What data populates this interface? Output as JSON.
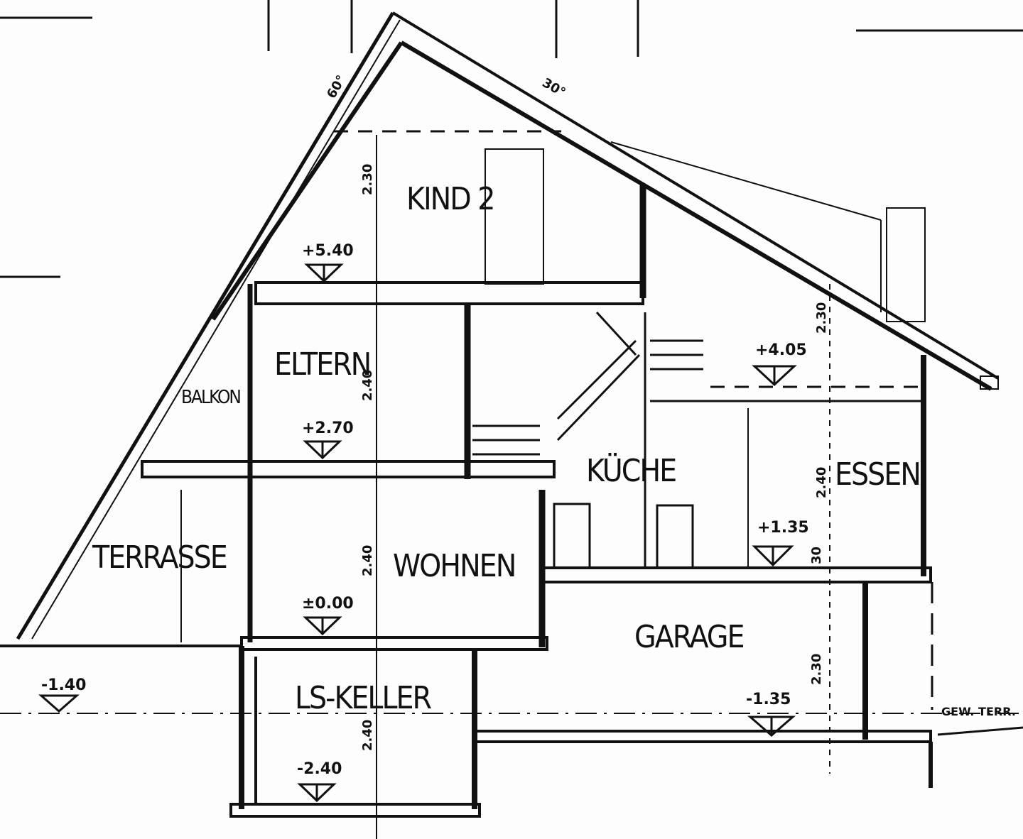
{
  "drawing": {
    "rooms": {
      "kind2": "KIND 2",
      "eltern": "ELTERN",
      "balkon": "BALKON",
      "terrasse": "TERRASSE",
      "wohnen": "WOHNEN",
      "kueche": "KÜCHE",
      "essen": "ESSEN",
      "garage": "GARAGE",
      "keller": "LS-KELLER"
    },
    "levels": {
      "kind2_floor": "+5.40",
      "eltern_floor": "+2.70",
      "wohnen_floor": "±0.00",
      "terrasse_floor": "-1.40",
      "keller_floor": "-2.40",
      "upper_right": "+4.05",
      "essen_floor": "+1.35",
      "garage_floor": "-1.35"
    },
    "roof_angles": {
      "left": "60°",
      "right": "30°"
    },
    "dimensions": {
      "kind2_height": "2.30",
      "eltern_height": "2.40",
      "wohnen_height": "2.40",
      "keller_height": "2.40",
      "essen_height": "2.40",
      "garage_height": "2.30",
      "upper_right_height": "2.30",
      "slab_1": "30"
    },
    "terrain_label": "GEW. TERR."
  }
}
